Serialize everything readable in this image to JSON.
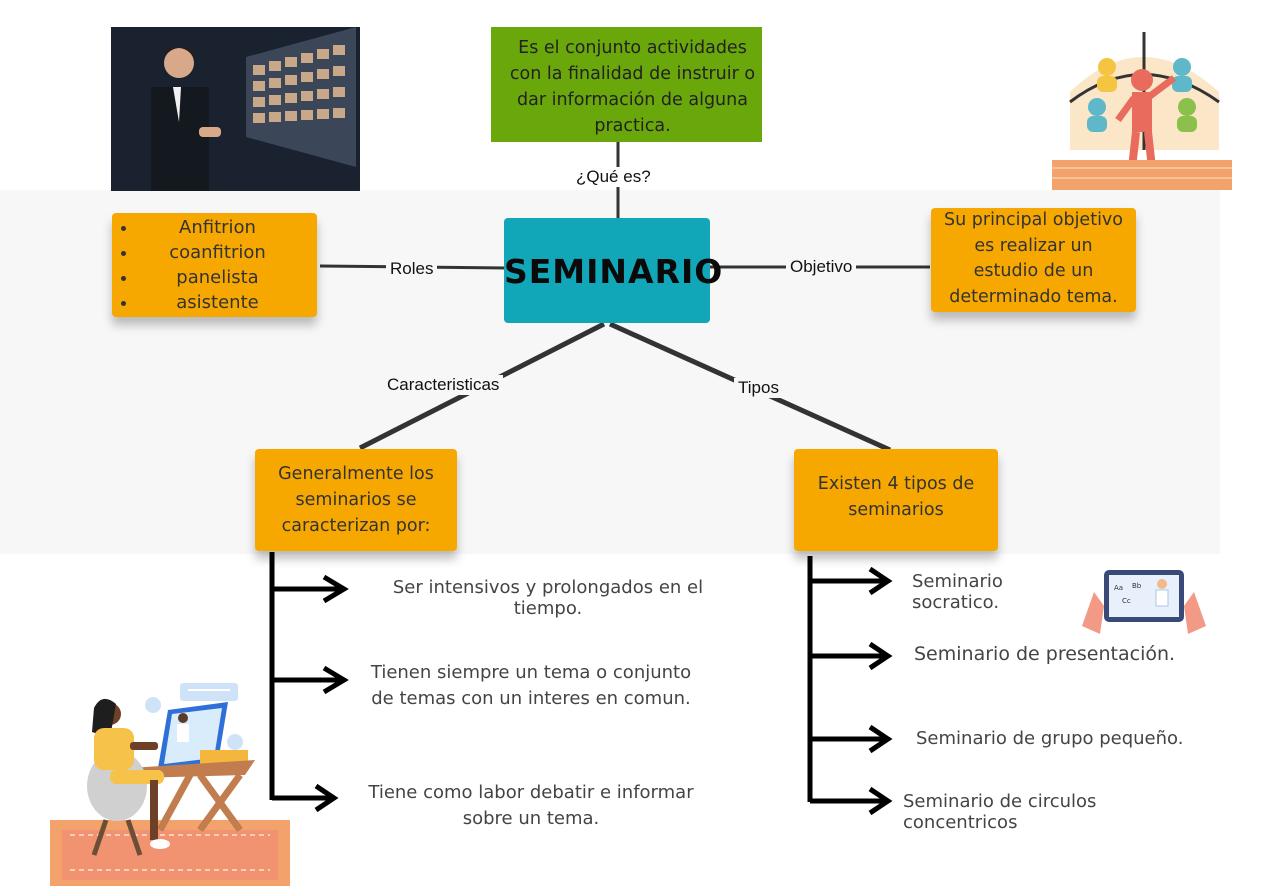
{
  "center": {
    "title": "SEMINARIO"
  },
  "definition": {
    "text": "Es el conjunto actividades con la finalidad de instruir o dar información de alguna practica."
  },
  "labels": {
    "que_es": "¿Qué es?",
    "roles": "Roles",
    "objetivo": "Objetivo",
    "caracteristicas": "Caracteristicas",
    "tipos": "Tipos"
  },
  "roles": {
    "items": [
      "Anfitrion",
      "coanfitrion",
      "panelista",
      "asistente"
    ]
  },
  "objective": {
    "text": "Su principal objetivo es  realizar un estudio de un determinado tema."
  },
  "characteristics": {
    "box": "Generalmente los seminarios se caracterizan por:",
    "items": [
      "Ser intensivos y prolongados en el tiempo.",
      "Tienen siempre un tema o conjunto de temas con un interes en comun.",
      "Tiene como labor debatir e informar sobre un tema."
    ]
  },
  "types": {
    "box": "Existen 4 tipos de seminarios",
    "items": [
      "Seminario socratico.",
      "Seminario de presentación.",
      "Seminario de grupo pequeño.",
      "Seminario de circulos concentricos"
    ]
  },
  "colors": {
    "orange": "#f7a800",
    "green": "#6aa70a",
    "teal": "#12a7b8"
  }
}
